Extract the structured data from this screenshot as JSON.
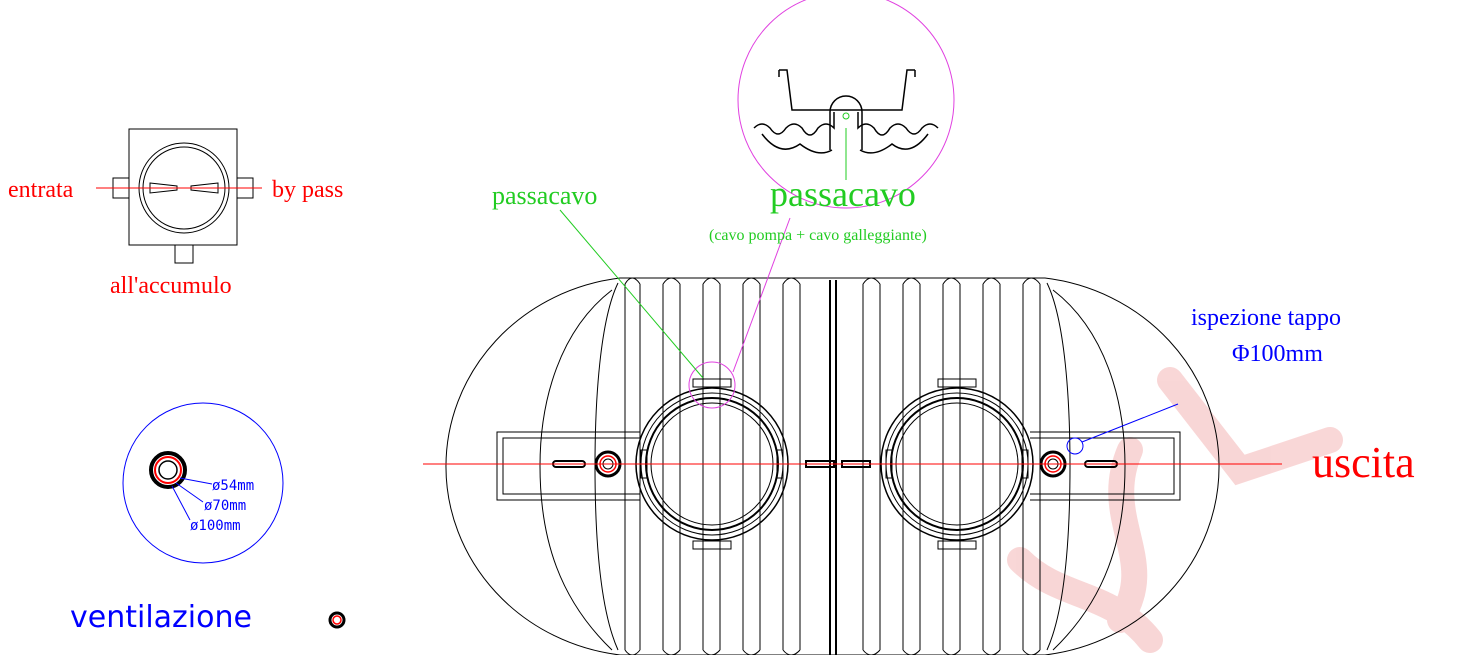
{
  "colors": {
    "red": "#ff0000",
    "green": "#22cc22",
    "blue": "#0000ff",
    "magenta": "#e040e0",
    "line": "#000000",
    "watermark": "#f4b6b6"
  },
  "pozzetto": {
    "inlet_label": "entrata",
    "bypass_label": "by pass",
    "outlet_label": "all'accumulo"
  },
  "ventilazione": {
    "label": "ventilazione",
    "dim_54": "ø54mm",
    "dim_70": "ø70mm",
    "dim_100": "ø100mm"
  },
  "tank": {
    "passacavo_label": "passacavo",
    "detail_title": "passacavo",
    "detail_subtitle": "(cavo pompa + cavo galleggiante)",
    "inspection_label": "ispezione tappo",
    "inspection_dim": "Φ100mm",
    "outlet_label": "uscita"
  }
}
